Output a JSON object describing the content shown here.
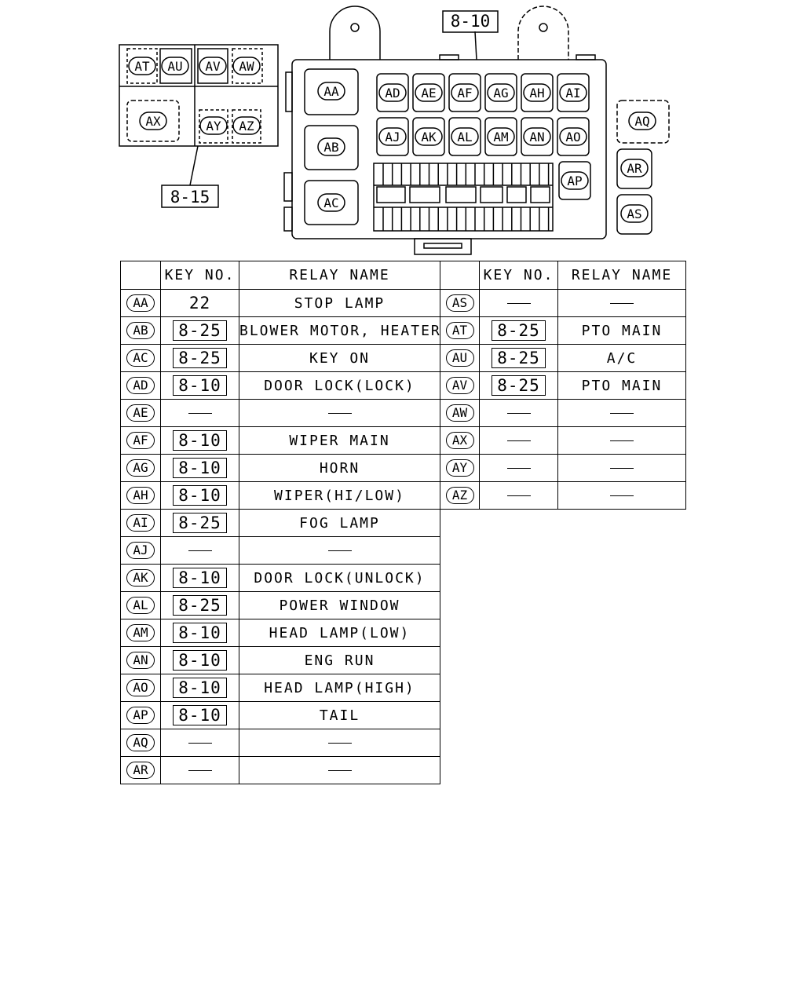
{
  "diagram": {
    "box_ref_main": "8-10",
    "box_ref_sub": "8-15",
    "sub_box": [
      "AT",
      "AU",
      "AV",
      "AW",
      "AX",
      "AY",
      "AZ"
    ],
    "main_box_left": [
      "AA",
      "AB",
      "AC"
    ],
    "main_box_row1": [
      "AD",
      "AE",
      "AF",
      "AG",
      "AH",
      "AI"
    ],
    "main_box_row2": [
      "AJ",
      "AK",
      "AL",
      "AM",
      "AN",
      "AO"
    ],
    "main_box_ap": "AP",
    "side": [
      "AQ",
      "AR",
      "AS"
    ]
  },
  "table_left": {
    "headers": [
      "",
      "KEY NO.",
      "RELAY NAME"
    ],
    "rows": [
      {
        "key": "AA",
        "no": "22",
        "boxed": false,
        "name": "STOP LAMP"
      },
      {
        "key": "AB",
        "no": "8-25",
        "boxed": true,
        "name": "BLOWER MOTOR, HEATER"
      },
      {
        "key": "AC",
        "no": "8-25",
        "boxed": true,
        "name": "KEY ON"
      },
      {
        "key": "AD",
        "no": "8-10",
        "boxed": true,
        "name": "DOOR LOCK(LOCK)"
      },
      {
        "key": "AE",
        "no": "—",
        "boxed": false,
        "name": "—"
      },
      {
        "key": "AF",
        "no": "8-10",
        "boxed": true,
        "name": "WIPER MAIN"
      },
      {
        "key": "AG",
        "no": "8-10",
        "boxed": true,
        "name": "HORN"
      },
      {
        "key": "AH",
        "no": "8-10",
        "boxed": true,
        "name": "WIPER(HI/LOW)"
      },
      {
        "key": "AI",
        "no": "8-25",
        "boxed": true,
        "name": "FOG LAMP"
      },
      {
        "key": "AJ",
        "no": "—",
        "boxed": false,
        "name": "—"
      },
      {
        "key": "AK",
        "no": "8-10",
        "boxed": true,
        "name": "DOOR LOCK(UNLOCK)"
      },
      {
        "key": "AL",
        "no": "8-25",
        "boxed": true,
        "name": "POWER WINDOW"
      },
      {
        "key": "AM",
        "no": "8-10",
        "boxed": true,
        "name": "HEAD LAMP(LOW)"
      },
      {
        "key": "AN",
        "no": "8-10",
        "boxed": true,
        "name": "ENG RUN"
      },
      {
        "key": "AO",
        "no": "8-10",
        "boxed": true,
        "name": "HEAD LAMP(HIGH)"
      },
      {
        "key": "AP",
        "no": "8-10",
        "boxed": true,
        "name": "TAIL"
      },
      {
        "key": "AQ",
        "no": "—",
        "boxed": false,
        "name": "—"
      },
      {
        "key": "AR",
        "no": "—",
        "boxed": false,
        "name": "—"
      }
    ]
  },
  "table_right": {
    "headers": [
      "",
      "KEY NO.",
      "RELAY NAME"
    ],
    "rows": [
      {
        "key": "AS",
        "no": "—",
        "boxed": false,
        "name": "—"
      },
      {
        "key": "AT",
        "no": "8-25",
        "boxed": true,
        "name": "PTO MAIN"
      },
      {
        "key": "AU",
        "no": "8-25",
        "boxed": true,
        "name": "A/C"
      },
      {
        "key": "AV",
        "no": "8-25",
        "boxed": true,
        "name": "PTO MAIN"
      },
      {
        "key": "AW",
        "no": "—",
        "boxed": false,
        "name": "—"
      },
      {
        "key": "AX",
        "no": "—",
        "boxed": false,
        "name": "—"
      },
      {
        "key": "AY",
        "no": "—",
        "boxed": false,
        "name": "—"
      },
      {
        "key": "AZ",
        "no": "—",
        "boxed": false,
        "name": "—"
      }
    ]
  }
}
